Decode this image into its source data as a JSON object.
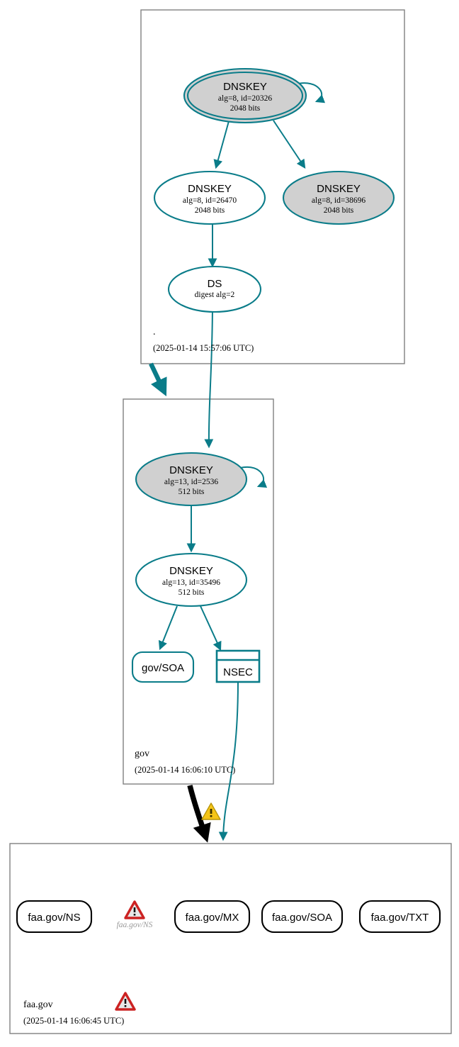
{
  "diagram": {
    "kind": "dnssec-authentication-chain",
    "colors": {
      "secure_edge": "#0a7c89",
      "node_secure_fill": "#d0d0d0",
      "node_plain_fill": "#ffffff",
      "insecure_edge": "#000000",
      "zone_border": "#808080",
      "error_red": "#cc2222",
      "warning_yellow": "#f5c518"
    }
  },
  "zones": [
    {
      "id": "root",
      "label": ".",
      "timestamp": "(2025-01-14 15:57:06 UTC)",
      "nodes": [
        {
          "id": "root-ksk",
          "type": "DNSKEY",
          "title": "DNSKEY",
          "line2": "alg=8, id=20326",
          "line3": "2048 bits",
          "style": "ksk-secure",
          "alg": 8,
          "key_id": 20326,
          "bits": 2048
        },
        {
          "id": "root-zsk-26470",
          "type": "DNSKEY",
          "title": "DNSKEY",
          "line2": "alg=8, id=26470",
          "line3": "2048 bits",
          "style": "plain",
          "alg": 8,
          "key_id": 26470,
          "bits": 2048
        },
        {
          "id": "root-zsk-38696",
          "type": "DNSKEY",
          "title": "DNSKEY",
          "line2": "alg=8, id=38696",
          "line3": "2048 bits",
          "style": "secure",
          "alg": 8,
          "key_id": 38696,
          "bits": 2048
        },
        {
          "id": "root-ds",
          "type": "DS",
          "title": "DS",
          "line2": "digest alg=2",
          "line3": "",
          "style": "plain",
          "digest_alg": 2
        }
      ]
    },
    {
      "id": "gov",
      "label": "gov",
      "timestamp": "(2025-01-14 16:06:10 UTC)",
      "nodes": [
        {
          "id": "gov-ksk",
          "type": "DNSKEY",
          "title": "DNSKEY",
          "line2": "alg=13, id=2536",
          "line3": "512 bits",
          "style": "secure",
          "alg": 13,
          "key_id": 2536,
          "bits": 512
        },
        {
          "id": "gov-zsk",
          "type": "DNSKEY",
          "title": "DNSKEY",
          "line2": "alg=13, id=35496",
          "line3": "512 bits",
          "style": "plain",
          "alg": 13,
          "key_id": 35496,
          "bits": 512
        },
        {
          "id": "gov-soa",
          "type": "RRset",
          "title": "gov/SOA",
          "style": "rounded-teal"
        },
        {
          "id": "gov-nsec",
          "type": "NSEC",
          "title": "NSEC",
          "style": "nsec-box"
        }
      ]
    },
    {
      "id": "faa-gov",
      "label": "faa.gov",
      "timestamp": "(2025-01-14 16:06:45 UTC)",
      "status_icon": "error-triangle-icon",
      "nodes": [
        {
          "id": "faa-ns",
          "type": "RRset",
          "title": "faa.gov/NS",
          "style": "rounded-black"
        },
        {
          "id": "faa-mx",
          "type": "RRset",
          "title": "faa.gov/MX",
          "style": "rounded-black"
        },
        {
          "id": "faa-soa",
          "type": "RRset",
          "title": "faa.gov/SOA",
          "style": "rounded-black"
        },
        {
          "id": "faa-txt",
          "type": "RRset",
          "title": "faa.gov/TXT",
          "style": "rounded-black"
        }
      ],
      "errors": [
        {
          "id": "faa-ns-error",
          "icon": "error-triangle-icon",
          "label": "faa.gov/NS"
        }
      ]
    }
  ],
  "edges": [
    {
      "from": "root-ksk",
      "to": "root-ksk",
      "kind": "self-sign"
    },
    {
      "from": "root-ksk",
      "to": "root-zsk-26470",
      "kind": "sign"
    },
    {
      "from": "root-ksk",
      "to": "root-zsk-38696",
      "kind": "sign"
    },
    {
      "from": "root-zsk-26470",
      "to": "root-ds",
      "kind": "sign"
    },
    {
      "from": "root-ds",
      "to": "gov-ksk",
      "kind": "ds-to-dnskey"
    },
    {
      "from": "root",
      "to": "gov",
      "kind": "secure-delegation"
    },
    {
      "from": "gov-ksk",
      "to": "gov-ksk",
      "kind": "self-sign"
    },
    {
      "from": "gov-ksk",
      "to": "gov-zsk",
      "kind": "sign"
    },
    {
      "from": "gov-zsk",
      "to": "gov-soa",
      "kind": "sign"
    },
    {
      "from": "gov-zsk",
      "to": "gov-nsec",
      "kind": "sign"
    },
    {
      "from": "gov-nsec",
      "to": "faa-gov",
      "kind": "nsec-proof"
    },
    {
      "from": "gov",
      "to": "faa-gov",
      "kind": "insecure-delegation",
      "warning_icon": "warning-triangle-icon"
    }
  ]
}
